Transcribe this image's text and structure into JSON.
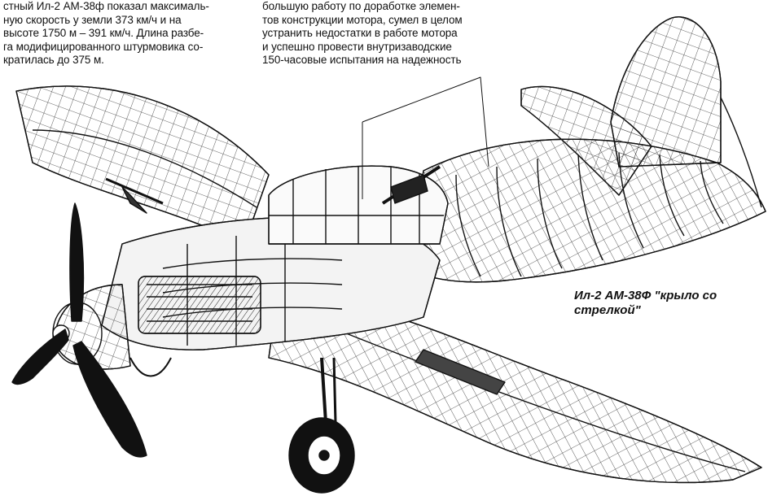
{
  "text_left": {
    "lines": [
      "стный Ил-2 АМ-38ф показал максималь-",
      "ную скорость у земли 373 км/ч и на",
      "высоте 1750 м – 391 км/ч.  Длина разбе-",
      "га модифицированного штурмовика со-",
      "кратилась до 375 м."
    ]
  },
  "text_right": {
    "lines": [
      "большую работу по доработке элемен-",
      "тов конструкции мотора, сумел в целом",
      "устранить недостатки в работе мотора",
      "и успешно провести внутризаводские",
      "150-часовые испытания на надежность"
    ]
  },
  "caption": {
    "lines": [
      "Ил-2 АМ-38Ф \"крыло со",
      "стрелкой\""
    ]
  },
  "colors": {
    "ink": "#111111",
    "paper": "#ffffff",
    "shade": "#555555"
  }
}
